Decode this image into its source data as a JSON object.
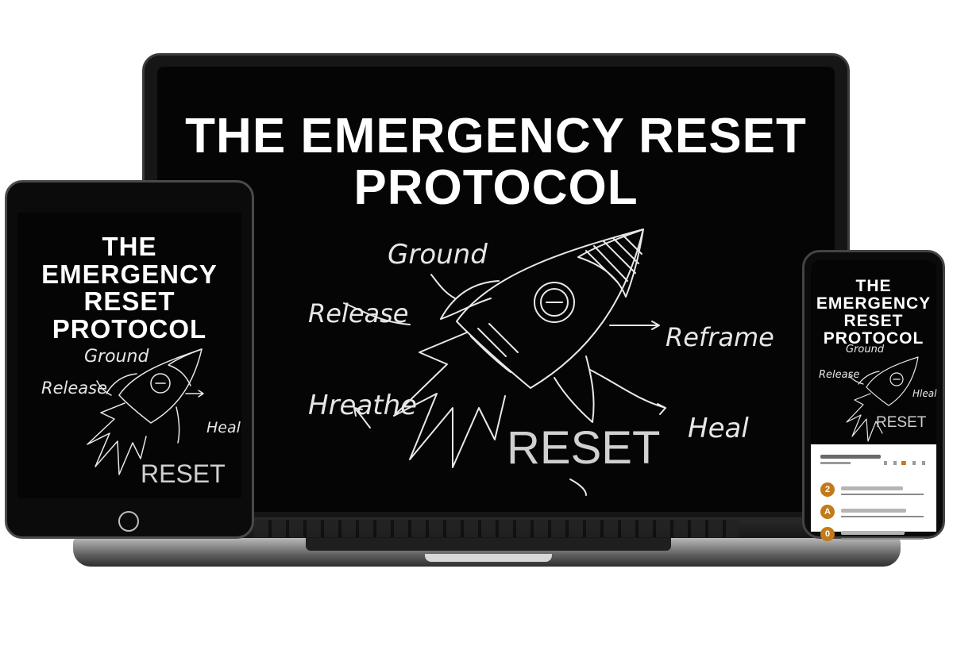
{
  "title_line1": "THE EMERGENCY RESET",
  "title_line2": "PROTOCOL",
  "title_compact_line1": "THE EMERGENCY",
  "title_compact_line2": "RESET PROTOCOL",
  "labels": {
    "ground": "Ground",
    "release": "Release",
    "reframe": "Reframe",
    "breathe": "Hreathe",
    "heal": "Heal",
    "heal_phone": "Hleal",
    "reset": "RESET"
  },
  "phone_list": {
    "badges": [
      "2",
      "A",
      "0"
    ]
  },
  "colors": {
    "screen_bg": "#050505",
    "text": "#ffffff",
    "accent": "#c47a1a"
  },
  "icons": [
    "rocket-sketch-icon",
    "home-button-icon"
  ]
}
